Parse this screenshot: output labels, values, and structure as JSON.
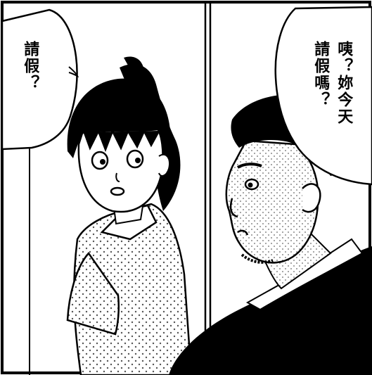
{
  "left_bubble": {
    "text": "請假？"
  },
  "right_bubble": {
    "line1": "咦？妳今天",
    "line2": "請假嗎？"
  },
  "colors": {
    "ink": "#000000",
    "paper": "#ffffff",
    "screen_tone": "#bdbdbd"
  }
}
